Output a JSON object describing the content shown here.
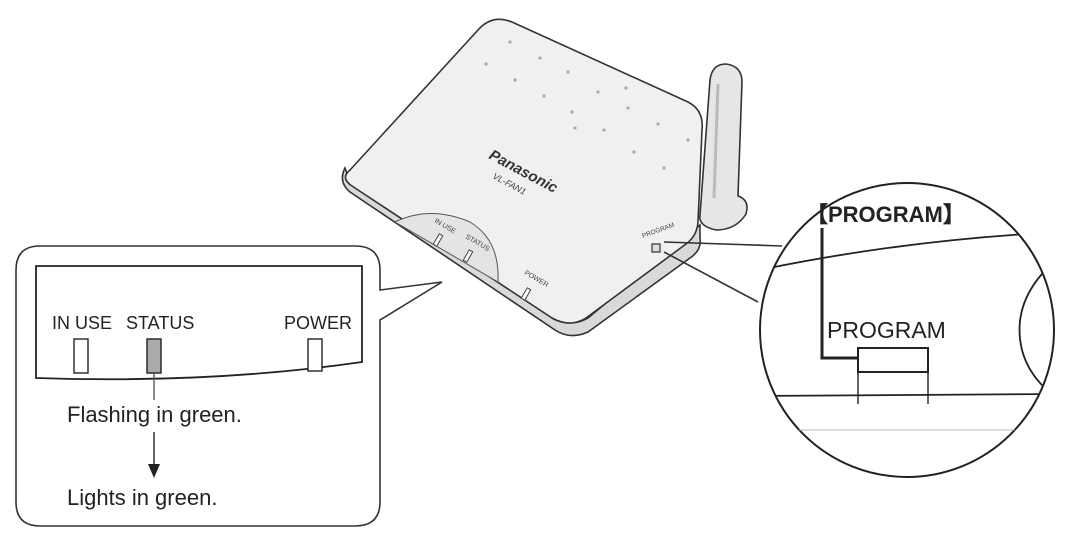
{
  "device": {
    "brand": "Panasonic",
    "model": "VL-FAN1",
    "body_labels": {
      "in_use": "IN USE",
      "status": "STATUS",
      "power": "POWER",
      "program": "PROGRAM"
    }
  },
  "led_callout": {
    "labels": {
      "in_use": "IN USE",
      "status": "STATUS",
      "power": "POWER"
    },
    "status_before": "Flashing in green.",
    "status_after": "Lights in green."
  },
  "program_callout": {
    "title": "【PROGRAM】",
    "button_label": "PROGRAM"
  }
}
